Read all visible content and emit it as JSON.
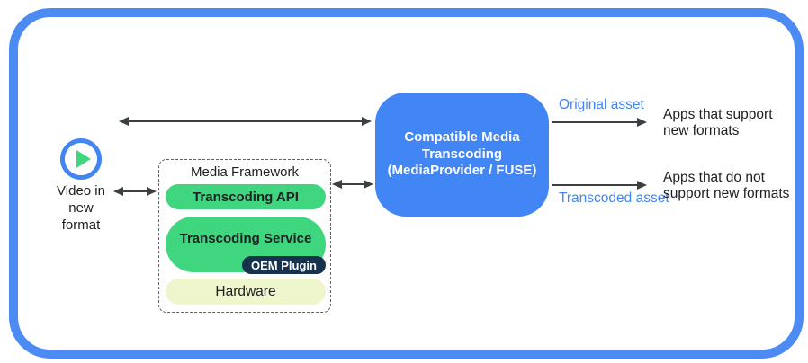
{
  "diagram": {
    "source": {
      "icon": "play-icon",
      "label": "Video in\nnew\nformat"
    },
    "media_framework": {
      "title": "Media Framework",
      "layers": [
        {
          "label": "Transcoding API"
        },
        {
          "label": "Transcoding Service",
          "plugin": "OEM Plugin"
        },
        {
          "label": "Hardware"
        }
      ]
    },
    "transcoder": {
      "label": "Compatible Media\nTranscoding\n(MediaProvider / FUSE)"
    },
    "outputs": [
      {
        "arrow_label": "Original asset",
        "target": "Apps that support\nnew formats"
      },
      {
        "arrow_label": "Transcoded asset",
        "target": "Apps that do not\nsupport new formats"
      }
    ],
    "colors": {
      "frame_border": "#4c8bf4",
      "transcoder_box": "#4285f4",
      "framework_pill_green": "#40d67f",
      "oem_pill_navy": "#17324d",
      "hardware_pill_pale": "#eff5cc",
      "asset_label_blue": "#4285f4",
      "arrow_gray": "#3c4043",
      "text_dark": "#202124"
    }
  }
}
